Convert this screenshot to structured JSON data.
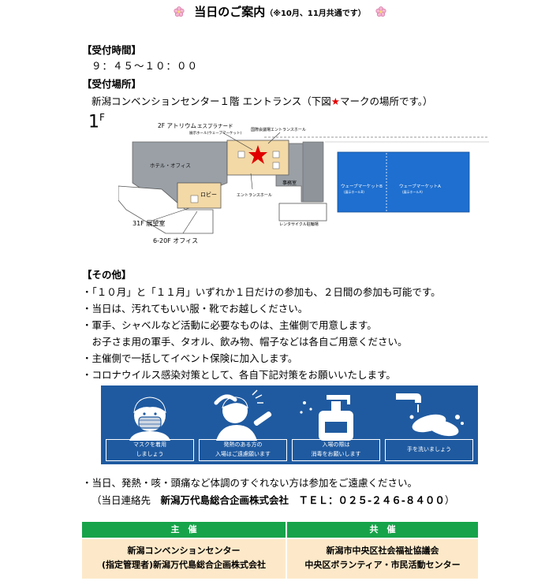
{
  "title": {
    "main": "当日のご案内",
    "note": "（※10月、11月共通です）"
  },
  "reception_time": {
    "heading": "【受付時間】",
    "value": "９：４５～１０：００"
  },
  "reception_place": {
    "heading": "【受付場所】",
    "value_before": "新潟コンベンションセンター１階 エントランス（下図",
    "star": "★",
    "value_after": "マークの場所です。）"
  },
  "map": {
    "floor": "1",
    "floor_sup": "F",
    "labels": {
      "atrium": "2F アトリウム",
      "esplanade": "エスプラナード",
      "exhibition_hall": "展示ホール(ウェーブマーケット)",
      "intl_entrance": "国際会議場エントランスホール",
      "hotel": "ホテル・オフィス",
      "lobby": "ロビー",
      "entrance_hall": "エントランスホール",
      "office": "事務室",
      "rental_cycle": "レンタサイクル駐輪場",
      "wave_b": "ウェーブマーケットB",
      "wave_b_sub": "(展示ホールB)",
      "wave_a": "ウェーブマーケットA",
      "wave_a_sub": "(展示ホールA)",
      "observatory": "31F 展望室",
      "offices": "6-20F オフィス"
    }
  },
  "other": {
    "heading": "【その他】",
    "items": [
      "・「１０月」と「１１月」いずれか１日だけの参加も、２日間の参加も可能です。",
      "・当日は、汚れてもいい服・靴でお越しください。",
      "・軍手、シャベルなど活動に必要なものは、主催側で用意します。",
      "　お子さま用の軍手、タオル、飲み物、帽子などは各自ご用意ください。",
      "・主催側で一括してイベント保険に加入します。",
      "・コロナウイルス感染対策として、各自下記対策をお願いいたします。"
    ],
    "after_items": [
      "・当日、発熱・咳・頭痛など体調のすぐれない方は参加をご遠慮ください。"
    ],
    "contact_prefix": "（当日連絡先　",
    "contact_company": "新潟万代島総合企画株式会社　ＴＥＬ：０２５-２４６-８４００",
    "contact_suffix": "）"
  },
  "pictograms": [
    {
      "icon": "mask-icon",
      "line1": "マスクを着用",
      "line2": "しましょう"
    },
    {
      "icon": "fever-icon",
      "line1": "発熱のある方の",
      "line2": "入場はご遠慮願います"
    },
    {
      "icon": "sanitizer-icon",
      "line1": "入場の際は",
      "line2": "消毒をお願いします"
    },
    {
      "icon": "handwash-icon",
      "line1": "手を洗いましょう",
      "line2": ""
    }
  ],
  "organizers": {
    "host_label": "主　催",
    "cohost_label": "共　催",
    "host_line1": "新潟コンベンションセンター",
    "host_line2": "(指定管理者)新潟万代島総合企画株式会社",
    "cohost_line1": "新潟市中央区社会福祉協議会",
    "cohost_line2": "中央区ボランティア・市民活動センター"
  },
  "colors": {
    "accent_green": "#16a34a",
    "pictogram_blue": "#1f5aa0",
    "cell_bg": "#fde9c9",
    "star_red": "#e00000",
    "wave_blue": "#1e6fd0"
  }
}
